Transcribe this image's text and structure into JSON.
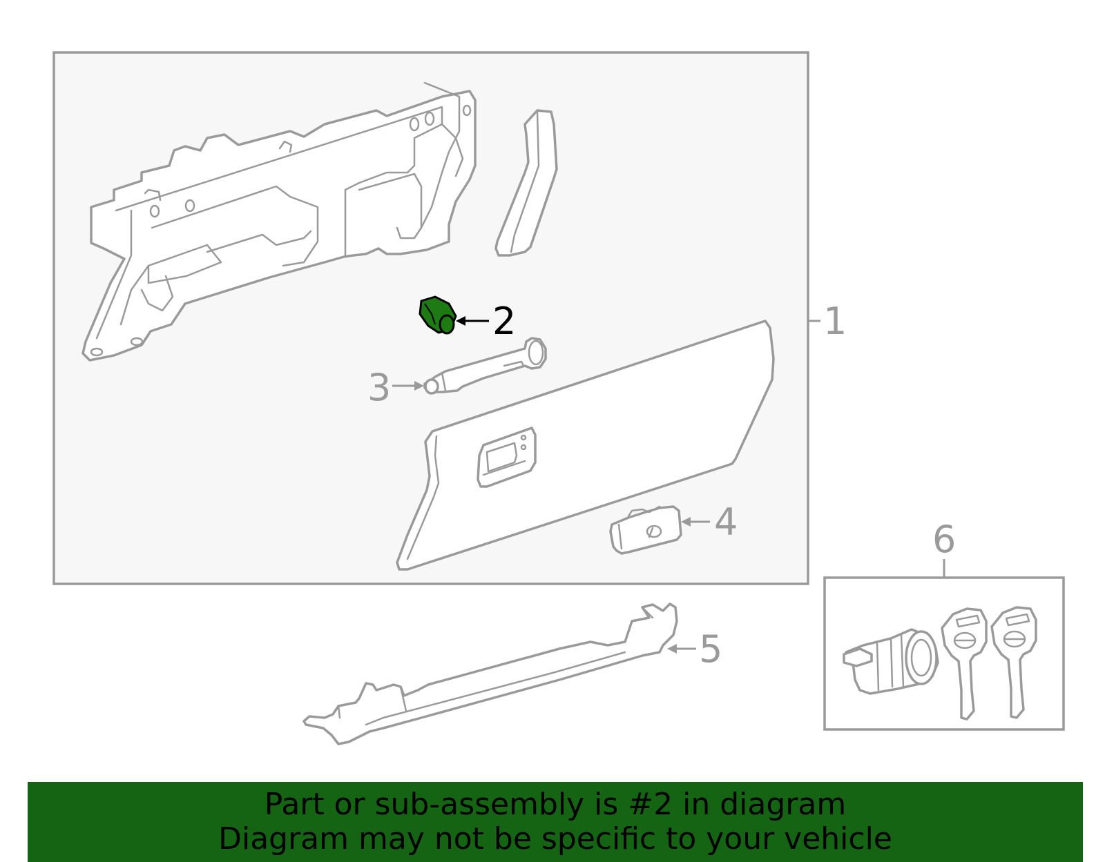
{
  "callouts": {
    "c1": "1",
    "c2": "2",
    "c3": "3",
    "c4": "4",
    "c5": "5",
    "c6": "6"
  },
  "highlight_part": "2",
  "colors": {
    "highlight_fill": "#1e7a12",
    "banner_background": "#146414",
    "line_gray": "#9a9a9a",
    "box_fill": "#f7f7f7"
  },
  "banner": {
    "line1": "Part or sub-assembly is #2 in diagram",
    "line2": "Diagram may not be specific to your vehicle"
  }
}
